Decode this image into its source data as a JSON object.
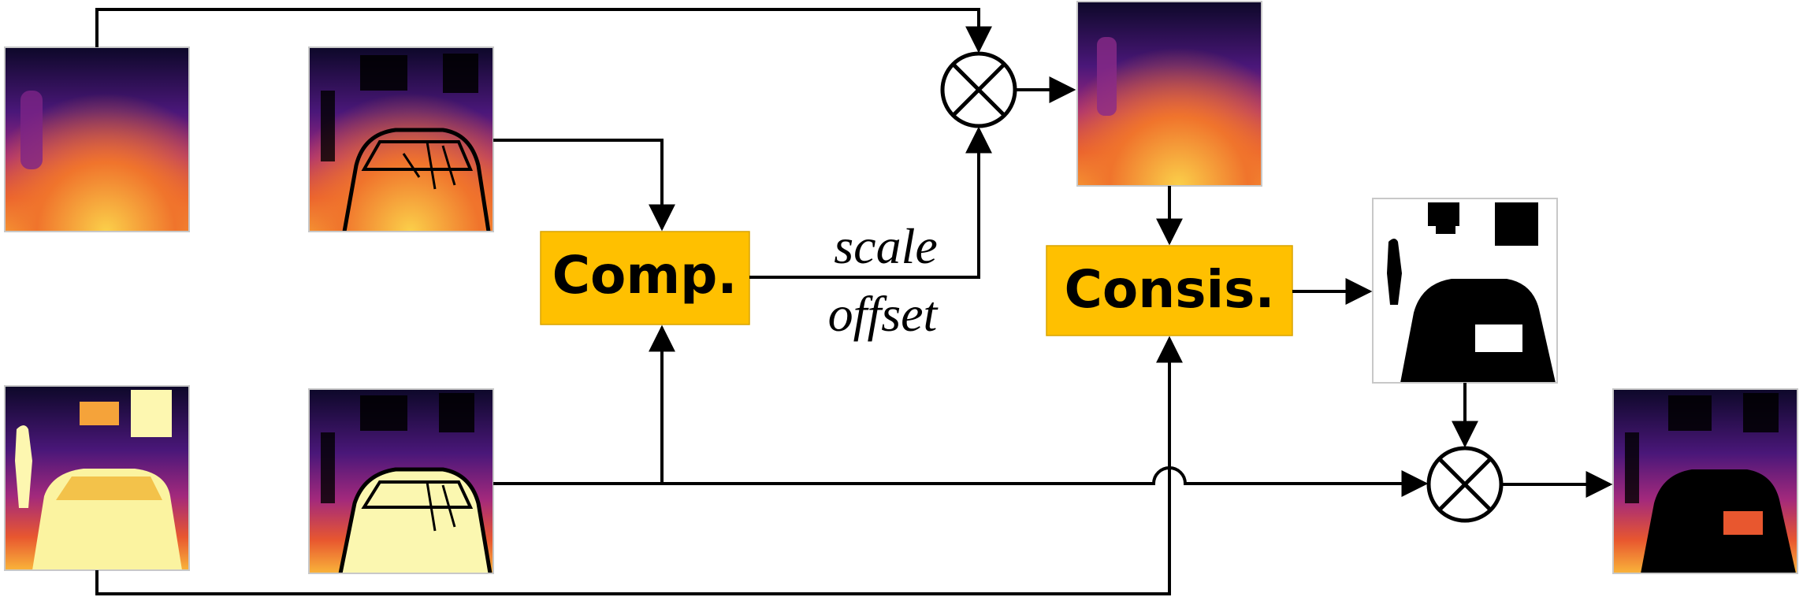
{
  "nodes": {
    "comp": {
      "label": "Comp."
    },
    "consis": {
      "label": "Consis."
    }
  },
  "edge_labels": {
    "scale": "scale",
    "offset": "offset"
  },
  "colors": {
    "box_fill": "#FFC000",
    "line": "#000000",
    "depth_dark": "#0d0829",
    "depth_mid": "#7a1f8a",
    "depth_warm": "#e8572f",
    "depth_bright": "#f9c440",
    "depth_pale": "#fbf8a8"
  },
  "operators": [
    "multiply-operator-top",
    "multiply-operator-bottom"
  ]
}
